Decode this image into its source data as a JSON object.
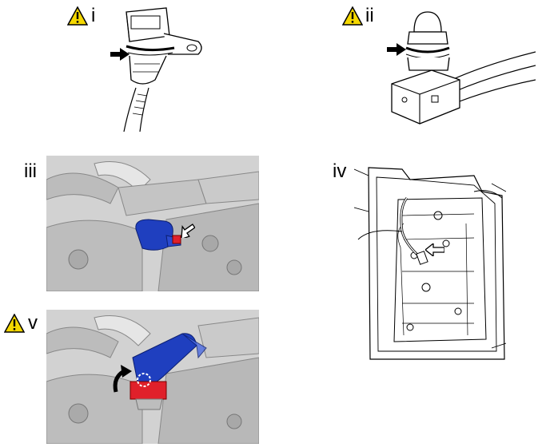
{
  "panels": [
    {
      "id": "i",
      "label": "i",
      "warning": true,
      "colors": {
        "line": "#000000",
        "fill": "#ffffff"
      }
    },
    {
      "id": "ii",
      "label": "ii",
      "warning": true,
      "colors": {
        "line": "#000000",
        "fill": "#ffffff"
      }
    },
    {
      "id": "iii",
      "label": "iii",
      "warning": false,
      "colors": {
        "part": "#1f3fbf",
        "highlight": "#e0202a",
        "background": "#c8c8c8"
      }
    },
    {
      "id": "iv",
      "label": "iv",
      "warning": false,
      "colors": {
        "line": "#000000",
        "fill": "#ffffff"
      }
    },
    {
      "id": "v",
      "label": "v",
      "warning": true,
      "colors": {
        "part": "#1f3fbf",
        "highlight": "#e0202a",
        "background": "#c8c8c8"
      }
    }
  ],
  "icons": {
    "warning": "warning-triangle-icon",
    "arrow": "pointer-arrow-icon",
    "rotate": "rotate-arrow-icon"
  },
  "colors": {
    "warning_fill": "#f5d800",
    "warning_stroke": "#000000",
    "photo_bg": "#d4d4d4"
  }
}
